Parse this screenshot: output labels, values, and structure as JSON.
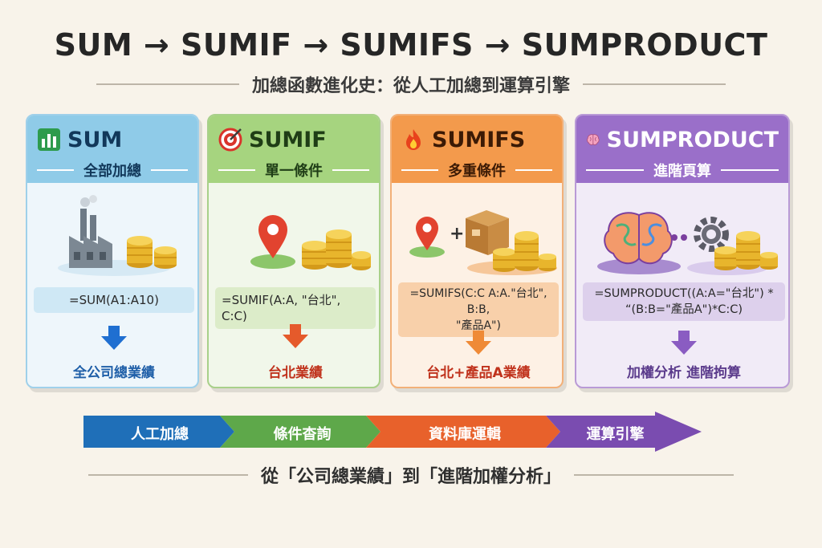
{
  "header": {
    "title": "SUM → SUMIF → SUMIFS → SUMPRODUCT",
    "subtitle": "加總函數進化史：從人工加總到運算引擎"
  },
  "cards": [
    {
      "name": "SUM",
      "subtitle": "全部加總",
      "formula_lines": [
        "=SUM(A1:A10)"
      ],
      "result": "全公司總業績",
      "icon": "bar-chart-icon",
      "art": [
        "factory-icon",
        "coin-stack-icon"
      ],
      "accent": "#8fcbe8"
    },
    {
      "name": "SUMIF",
      "subtitle": "單一條件",
      "formula_lines": [
        "=SUMIF(A:A, \"台北\", C:C)"
      ],
      "result": "台北業績",
      "icon": "target-icon",
      "art": [
        "location-pin-icon",
        "coin-stack-icon"
      ],
      "accent": "#a6d47f"
    },
    {
      "name": "SUMIFS",
      "subtitle": "多重條件",
      "formula_lines": [
        "=SUMIFS(C:C  A:A.\"台北\", B:B,",
        "\"產品A\")"
      ],
      "result": "台北+產品A業績",
      "icon": "fire-icon",
      "art": [
        "location-pin-icon",
        "box-icon",
        "coin-stack-icon"
      ],
      "accent": "#f39a4c"
    },
    {
      "name": "SUMPRODUCT",
      "subtitle": "進階頁算",
      "formula_lines": [
        "=SUMPRODUCT((A:A=\"台北\") *",
        "“(B:B=\"產品A\")*C:C)"
      ],
      "result": "加權分析  進階拘算",
      "icon": "brain-icon",
      "art": [
        "brain-icon",
        "gear-icon",
        "coin-stack-icon"
      ],
      "accent": "#9a6fc9"
    }
  ],
  "flow": {
    "steps": [
      "人工加總",
      "條件杳詢",
      "資料庫運輯",
      "運算引擎"
    ],
    "colors": [
      "#1f6fb8",
      "#5ea84a",
      "#e8612b",
      "#7a4cb0"
    ]
  },
  "footer": {
    "text": "從「公司總業績」到「進階加權分析」"
  }
}
